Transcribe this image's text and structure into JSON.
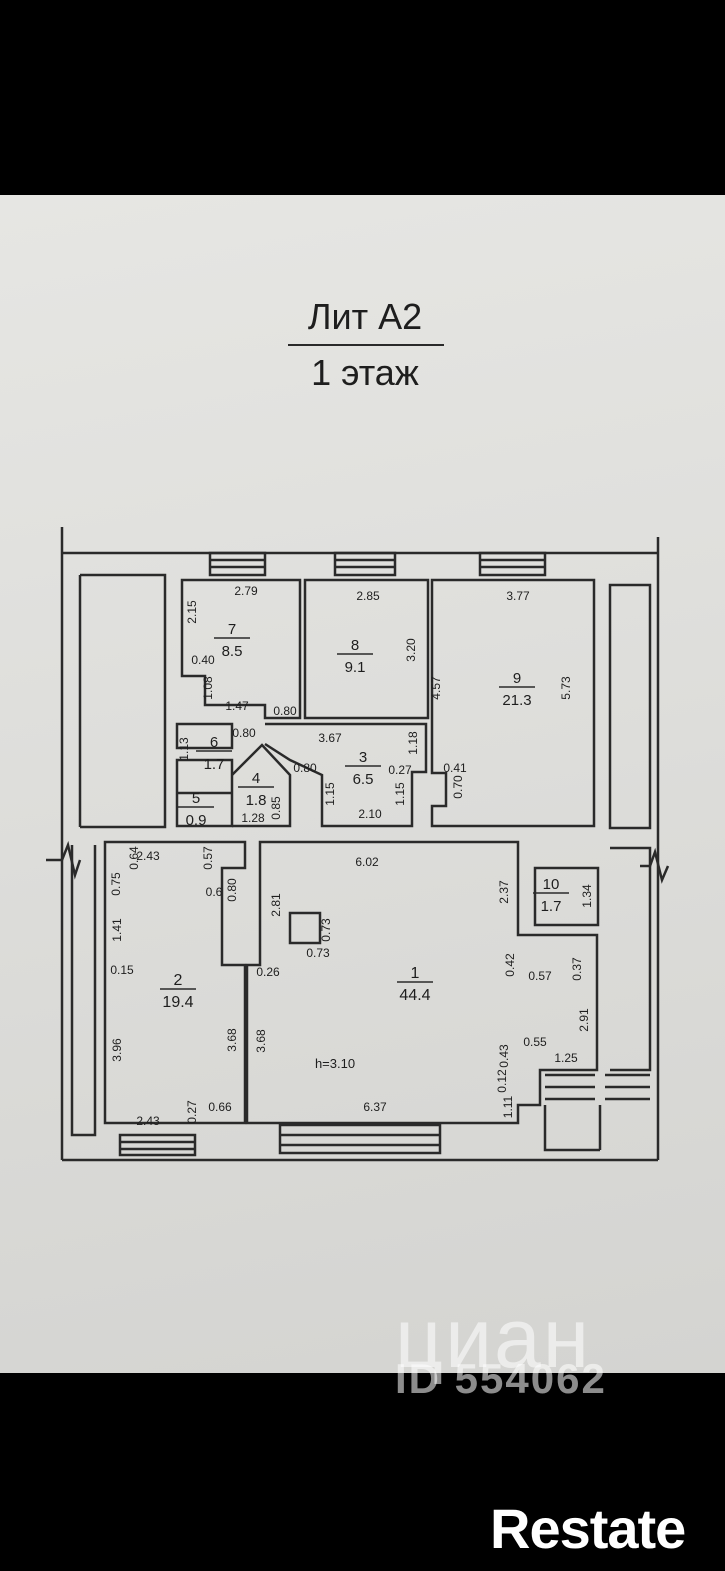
{
  "title": {
    "line1": "Лит А2",
    "line2": "1 этаж"
  },
  "rooms": [
    {
      "id": "1",
      "area": "44.4"
    },
    {
      "id": "2",
      "area": "19.4"
    },
    {
      "id": "3",
      "area": "6.5"
    },
    {
      "id": "4",
      "area": "1.8"
    },
    {
      "id": "5",
      "area": "0.9"
    },
    {
      "id": "6",
      "area": "1.7"
    },
    {
      "id": "7",
      "area": "8.5"
    },
    {
      "id": "8",
      "area": "9.1"
    },
    {
      "id": "9",
      "area": "21.3"
    },
    {
      "id": "10",
      "area": "1.7"
    }
  ],
  "ceiling_height": "h=3.10",
  "dimensions": [
    "2.79",
    "2.15",
    "0.40",
    "1.08",
    "1.47",
    "0.80",
    "2.85",
    "3.20",
    "3.67",
    "3.77",
    "4.57",
    "5.73",
    "1.18",
    "0.41",
    "0.70",
    "0.27",
    "1.13",
    "0.80",
    "0.80",
    "1.15",
    "2.10",
    "1.15",
    "1.28",
    "0.85",
    "6.02",
    "2.43",
    "0.64",
    "0.57",
    "0.75",
    "0.6",
    "0.80",
    "1.41",
    "0.15",
    "3.96",
    "3.68",
    "2.43",
    "0.27",
    "0.66",
    "2.81",
    "0.73",
    "0.73",
    "0.26",
    "3.68",
    "6.37",
    "2.37",
    "1.34",
    "0.42",
    "0.57",
    "0.37",
    "2.91",
    "0.43",
    "0.55",
    "1.25",
    "0.12",
    "1.11"
  ],
  "watermark": {
    "name": "циан",
    "id": "ID 554062"
  },
  "logo": "Restate"
}
